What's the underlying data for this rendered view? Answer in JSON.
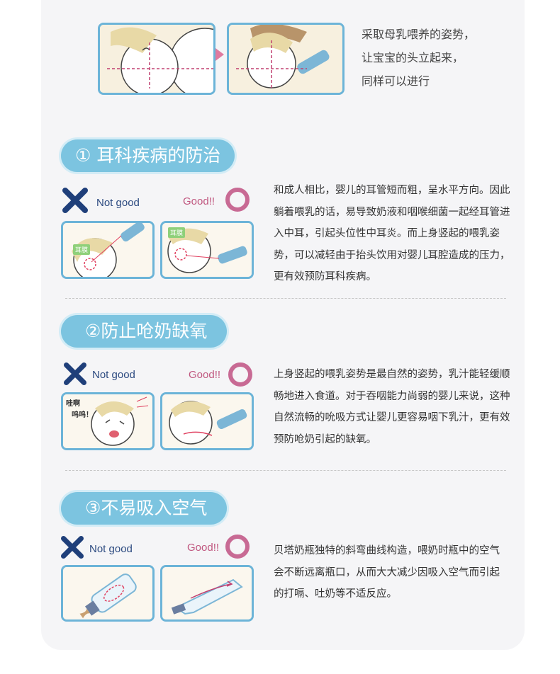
{
  "intro": {
    "lines": [
      "采取母乳喂养的姿势，",
      "让宝宝的头立起来，",
      "同样可以进行"
    ]
  },
  "sections": [
    {
      "title": "① 耳科疾病的防治",
      "paragraph": "和成人相比，婴儿的耳管短而粗，呈水平方向。因此躺着喂乳的话，易导致奶液和咽喉细菌一起经耳管进入中耳，引起头位性中耳炎。而上身竖起的喂乳姿势，可以减轻由于抬头饮用对婴儿耳腔造成的压力，更有效预防耳科疾病。",
      "bad_label": "Not good",
      "good_label": "Good!!",
      "ear_tag": "耳膜"
    },
    {
      "title": "②防止呛奶缺氧",
      "paragraph": "上身竖起的喂乳姿势是最自然的姿势，乳汁能轻缓顺畅地进入食道。对于吞咽能力尚弱的婴儿来说，这种自然流畅的吮吸方式让婴儿更容易咽下乳汁，更有效预防呛奶引起的缺氧。",
      "bad_label": "Not good",
      "good_label": "Good!!",
      "baby_sounds": [
        "哇啊",
        "呜呜！"
      ]
    },
    {
      "title": "③不易吸入空气",
      "paragraph": "贝塔奶瓶独特的斜弯曲线构造，喂奶时瓶中的空气会不断远离瓶口，从而大大减少因吸入空气而引起的打嗝、吐奶等不适反应。",
      "bad_label": "Not good",
      "good_label": "Good!!"
    }
  ],
  "colors": {
    "pill": "#7cc4e0",
    "panel_border": "#6cb4d8",
    "x_mark": "#1f3f7a",
    "ring": "#c86a94"
  }
}
